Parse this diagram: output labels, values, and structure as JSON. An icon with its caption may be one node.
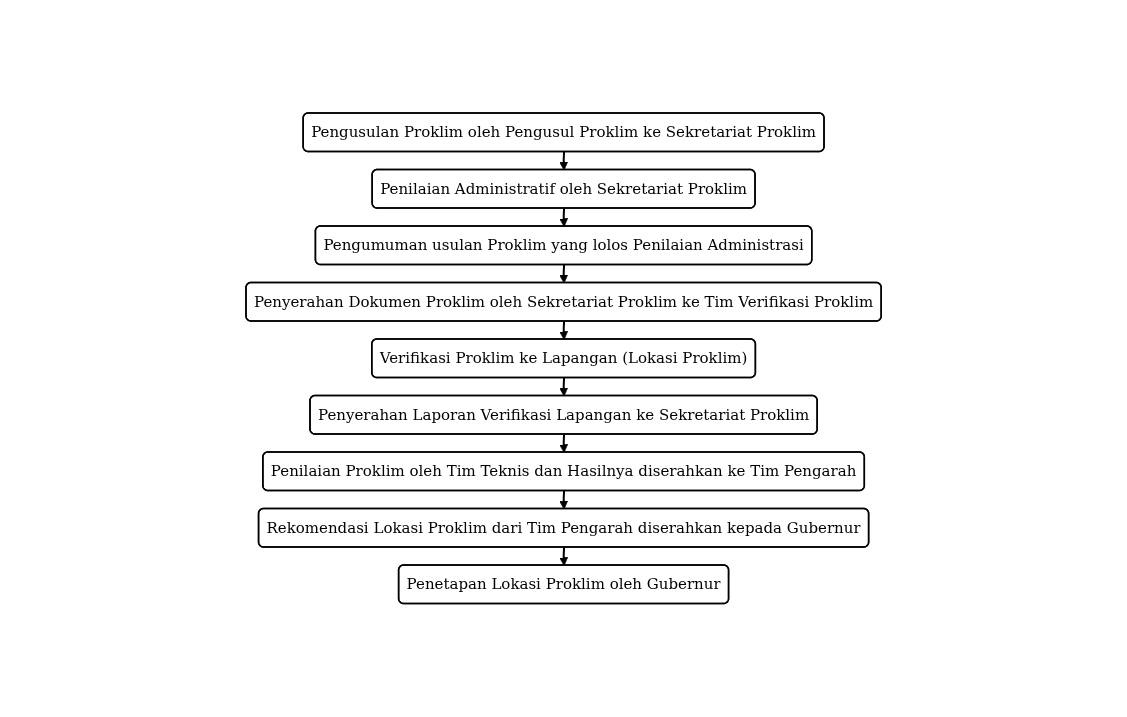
{
  "diagram": {
    "nodes": [
      {
        "text": [
          "Pengusulan Proklim oleh Pengusul Proklim ke Sekretariat Proklim"
        ]
      },
      {
        "text": [
          "Penilaian Administratif oleh Sekretariat Proklim"
        ]
      },
      {
        "text": [
          "Pengumuman usulan Proklim yang lolos Penilaian Administrasi"
        ]
      },
      {
        "text": [
          "Penyerahan Dokumen Proklim oleh Sekretariat Proklim ke Tim Verifikasi Proklim"
        ]
      },
      {
        "text": [
          "Verifikasi Proklim ke Lapangan (Lokasi Proklim)"
        ]
      },
      {
        "text": [
          "Penyerahan Laporan Verifikasi Lapangan ke Sekretariat Proklim"
        ]
      },
      {
        "text": [
          "Penilaian Proklim oleh Tim Teknis dan Hasilnya diserahkan ke Tim Pengarah"
        ]
      },
      {
        "text": [
          "Rekomendasi Lokasi Proklim dari Tim Pengarah diserahkan kepada Gubernur"
        ]
      },
      {
        "text": [
          "Penetapan Lokasi Proklim oleh Gubernur"
        ]
      }
    ],
    "edges": [
      {
        "from": 0,
        "to": 1,
        "arrow": "to"
      },
      {
        "from": 1,
        "to": 2,
        "arrow": "to"
      },
      {
        "from": 2,
        "to": 3,
        "arrow": "to"
      },
      {
        "from": 3,
        "to": 4,
        "arrow": "to"
      },
      {
        "from": 4,
        "to": 5,
        "arrow": "to"
      },
      {
        "from": 5,
        "to": 6,
        "arrow": "to"
      },
      {
        "from": 6,
        "to": 7,
        "arrow": "to"
      },
      {
        "from": 7,
        "to": 8,
        "arrow": "to"
      }
    ]
  }
}
